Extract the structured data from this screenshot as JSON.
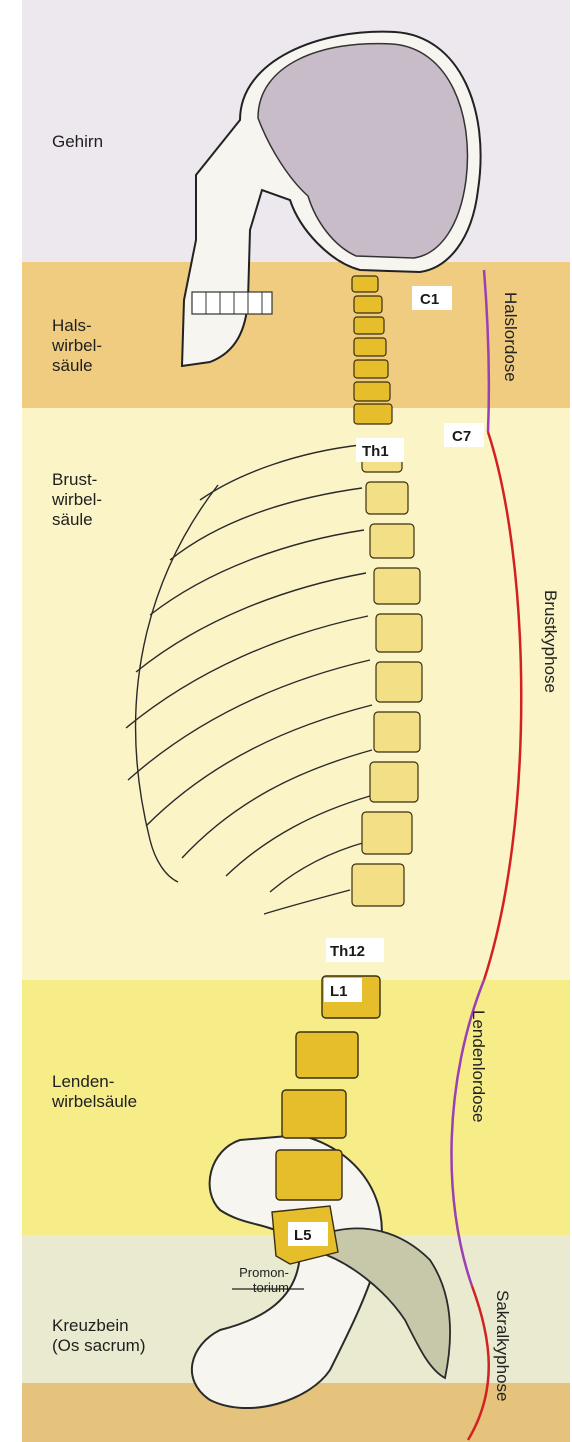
{
  "regions": [
    {
      "key": "gehirn",
      "label": "Gehirn"
    },
    {
      "key": "hals",
      "label": "Hals-\nwirbel-\nsäule"
    },
    {
      "key": "brust",
      "label": "Brust-\nwirbel-\nsäule"
    },
    {
      "key": "lenden",
      "label": "Lenden-\nwirbelsäule"
    },
    {
      "key": "kreuz",
      "label": "Kreuzbein\n(Os sacrum)"
    }
  ],
  "vertebra_labels": [
    "C1",
    "C7",
    "Th1",
    "Th12",
    "L1",
    "L5"
  ],
  "promontorium_label": "Promon-\ntorium",
  "curvature_labels": [
    "Halslordose",
    "Brustkyphose",
    "Lendenlordose",
    "Sakralkyphose"
  ],
  "colors": {
    "band_gehirn": "#ece8ee",
    "band_hals": "#efcc80",
    "band_brust": "#fbf4c6",
    "band_lenden": "#f6ec88",
    "band_kreuz": "#e9ead0",
    "lordose_line": "#9b3fb5",
    "kyphose_line": "#d32020",
    "vertebra_fill": "#e6be2c",
    "brain_fill": "#c9bcc9"
  }
}
